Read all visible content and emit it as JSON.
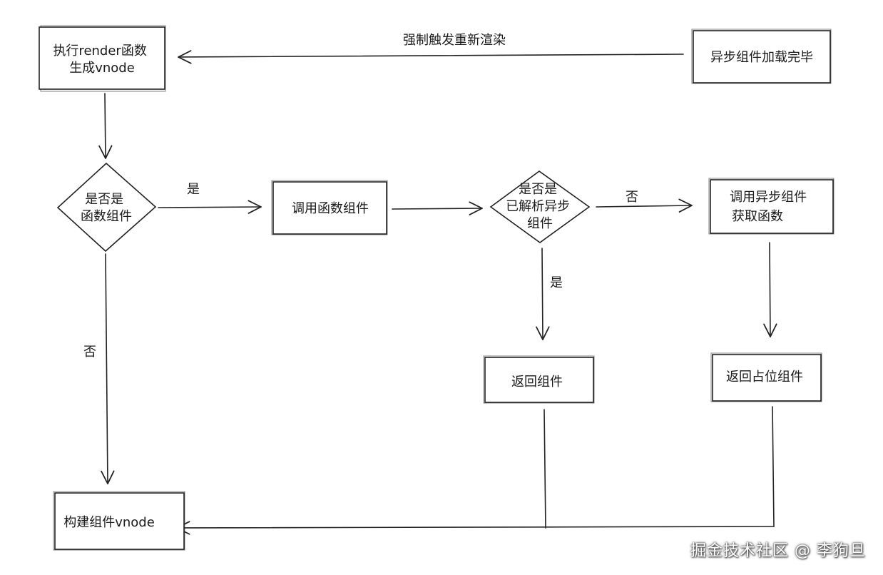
{
  "nodes": {
    "render_box": {
      "lines": [
        "执行render函数",
        "生成vnode"
      ]
    },
    "async_loaded_box": {
      "lines": [
        "异步组件加载完毕"
      ]
    },
    "is_function_diamond": {
      "lines": [
        "是否是",
        "函数组件"
      ]
    },
    "call_function_box": {
      "lines": [
        "调用函数组件"
      ]
    },
    "is_resolved_diamond": {
      "lines": [
        "是否是",
        "已解析异步",
        "组件"
      ]
    },
    "call_async_box": {
      "lines": [
        "调用异步组件",
        "获取函数"
      ]
    },
    "return_component_box": {
      "lines": [
        "返回组件"
      ]
    },
    "return_placeholder_box": {
      "lines": [
        "返回占位组件"
      ]
    },
    "build_vnode_box": {
      "lines": [
        "构建组件vnode"
      ]
    }
  },
  "edges": {
    "force_rerender": "强制触发重新渲染",
    "is_function_yes": "是",
    "is_function_no": "否",
    "is_resolved_yes": "是",
    "is_resolved_no": "否"
  },
  "watermark": "掘金技术社区 @ 李狗旦"
}
